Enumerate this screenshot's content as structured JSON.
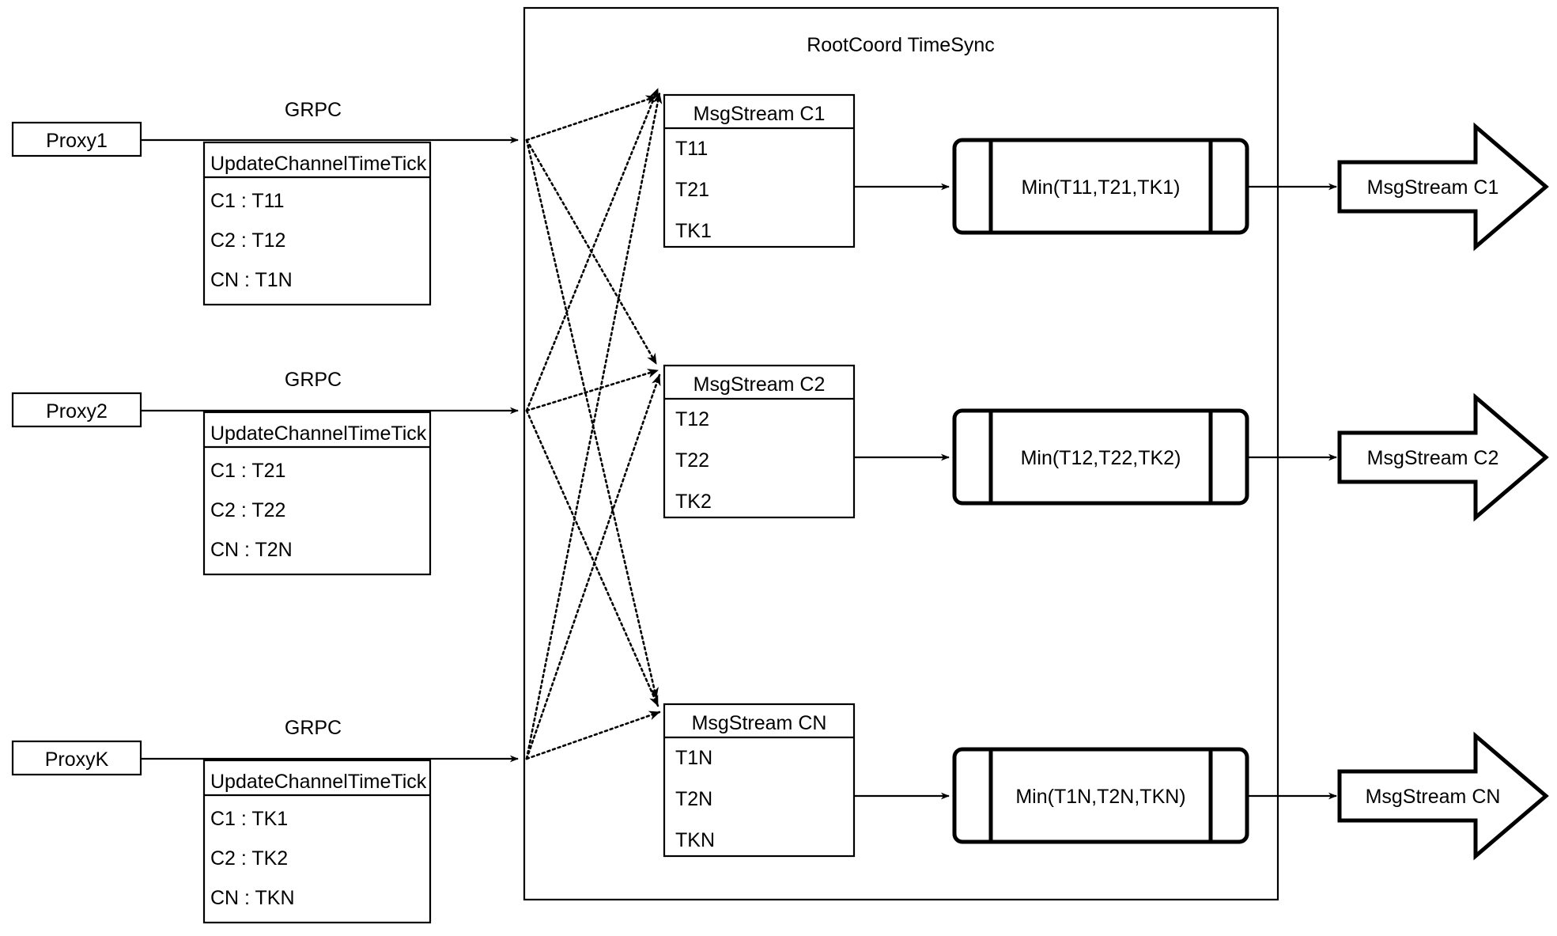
{
  "diagram": {
    "title": "RootCoord TimeSync",
    "container_label": "RootCoord TimeSync",
    "proxies": [
      {
        "name": "Proxy1",
        "link_label": "GRPC",
        "request_title": "UpdateChannelTimeTick",
        "rows": [
          "C1 :  T11",
          "C2 :  T12",
          "CN : T1N"
        ]
      },
      {
        "name": "Proxy2",
        "link_label": "GRPC",
        "request_title": "UpdateChannelTimeTick",
        "rows": [
          "C1 :  T21",
          "C2 :  T22",
          "CN : T2N"
        ]
      },
      {
        "name": "ProxyK",
        "link_label": "GRPC",
        "request_title": "UpdateChannelTimeTick",
        "rows": [
          "C1 :  TK1",
          "C2 :  TK2",
          "CN : TKN"
        ]
      }
    ],
    "channels": [
      {
        "stream_title": "MsgStream C1",
        "stream_rows": [
          "T11",
          "T21",
          "TK1"
        ],
        "process_label": "Min(T11,T21,TK1)",
        "output_label": "MsgStream C1"
      },
      {
        "stream_title": "MsgStream C2",
        "stream_rows": [
          "T12",
          "T22",
          "TK2"
        ],
        "process_label": "Min(T12,T22,TK2)",
        "output_label": "MsgStream C2"
      },
      {
        "stream_title": "MsgStream CN",
        "stream_rows": [
          "T1N",
          "T2N",
          "TKN"
        ],
        "process_label": "Min(T1N,T2N,TKN)",
        "output_label": "MsgStream CN"
      }
    ],
    "colors": {
      "stroke": "#000000",
      "fill": "#ffffff",
      "text": "#000000"
    }
  }
}
